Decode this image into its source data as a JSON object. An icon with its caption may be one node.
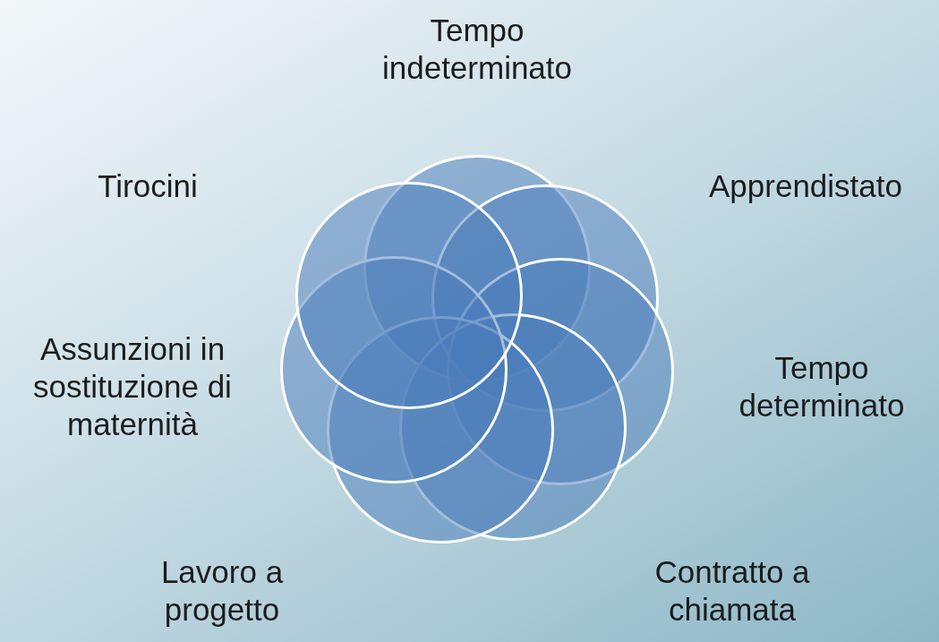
{
  "diagram": {
    "nodes": [
      {
        "text": [],
        "shape": "circle",
        "beside": [
          "Tempo indeterminato"
        ]
      },
      {
        "text": [],
        "shape": "circle",
        "beside": [
          "Apprendistato"
        ]
      },
      {
        "text": [],
        "shape": "circle",
        "beside": [
          "Tempo determinato"
        ]
      },
      {
        "text": [],
        "shape": "circle",
        "beside": [
          "Contratto a chiamata"
        ]
      },
      {
        "text": [],
        "shape": "circle",
        "beside": [
          "Lavoro a progetto"
        ]
      },
      {
        "text": [],
        "shape": "circle",
        "beside": [
          "Assunzioni in sostituzione di maternità"
        ]
      },
      {
        "text": [],
        "shape": "circle",
        "beside": [
          "Tirocini"
        ]
      }
    ]
  }
}
